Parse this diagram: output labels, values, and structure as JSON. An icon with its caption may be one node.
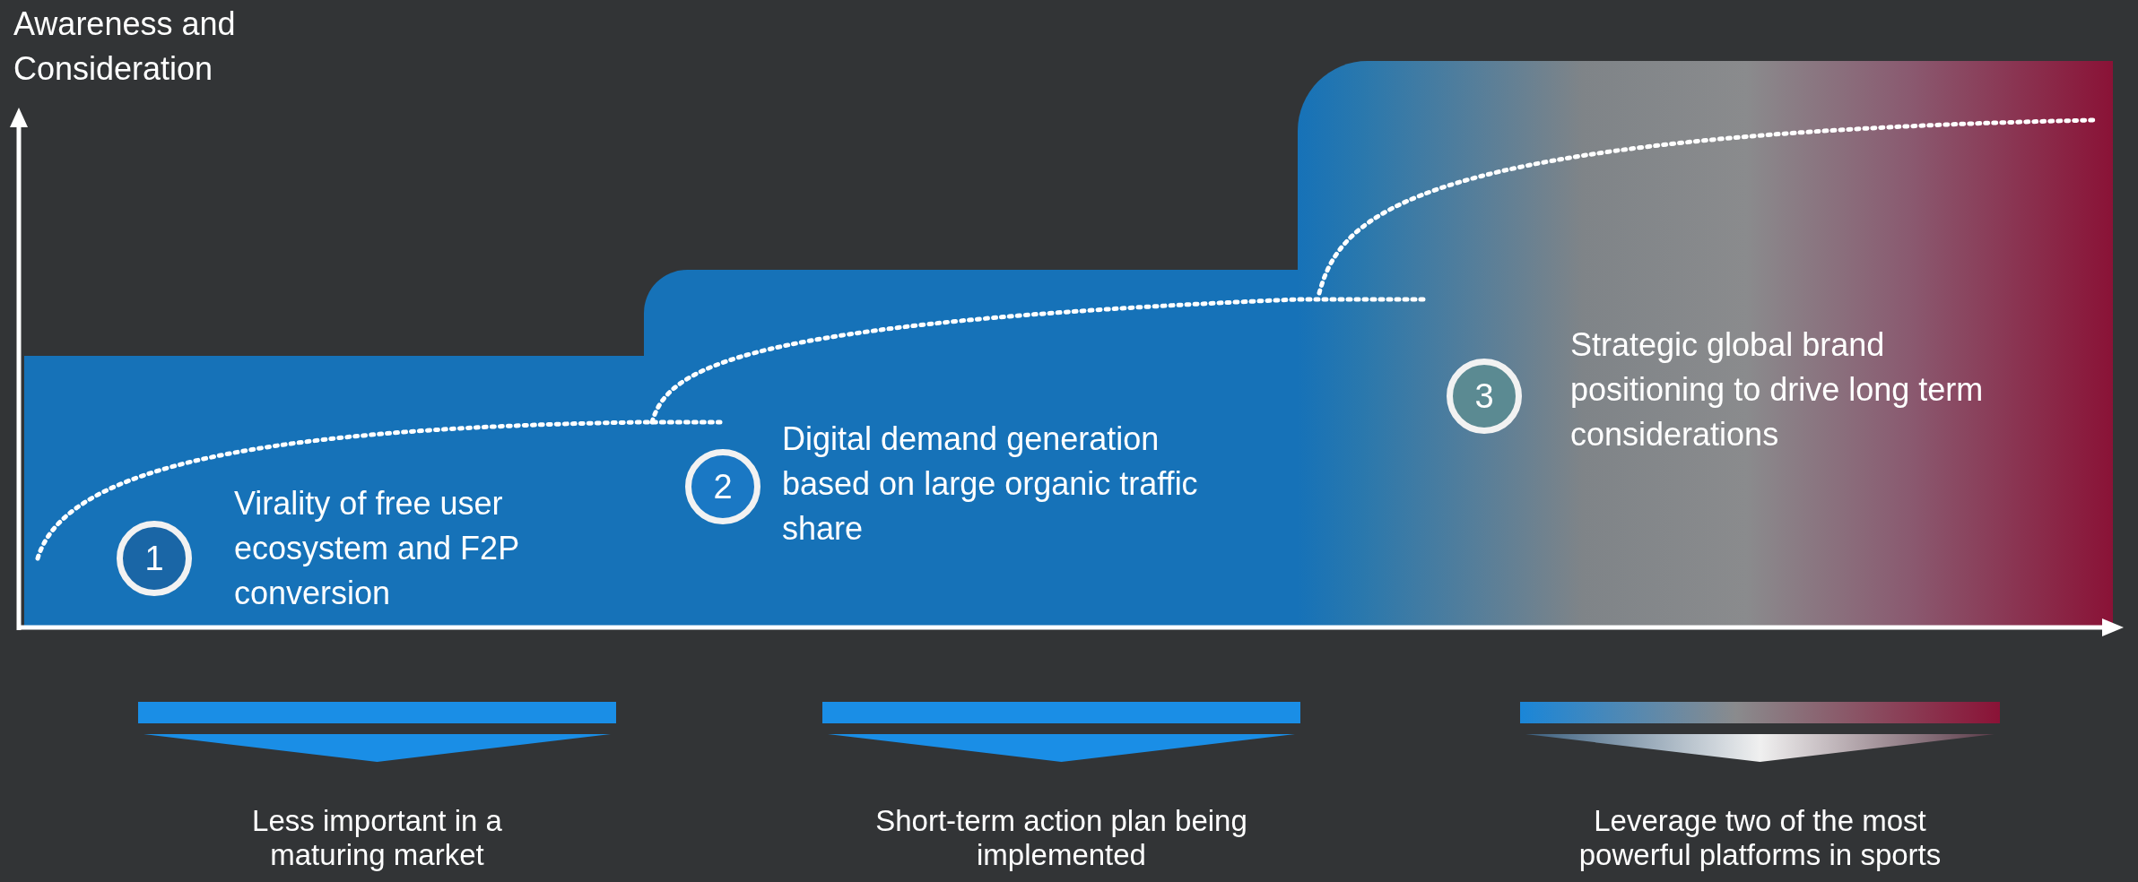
{
  "diagram": {
    "nodes": [
      {
        "text": [
          "Virality of free user ecosystem and F2P conversion"
        ]
      },
      {
        "text": [
          "1"
        ],
        "in": 0
      },
      {
        "text": [
          "Digital demand generation based on large organic traffic share"
        ]
      },
      {
        "text": [
          "2"
        ],
        "in": 2
      },
      {
        "text": [
          "Strategic global brand positioning to drive long term considerations"
        ]
      },
      {
        "text": [
          "3"
        ],
        "in": 4
      },
      {
        "text": [
          "Less important in a maturing market"
        ]
      },
      {
        "text": [
          "Short-term action plan being implemented"
        ]
      },
      {
        "text": [
          "Leverage two of the most powerful platforms in sports"
        ]
      }
    ],
    "edges": [],
    "labels": [
      "Awareness and Consideration"
    ]
  }
}
